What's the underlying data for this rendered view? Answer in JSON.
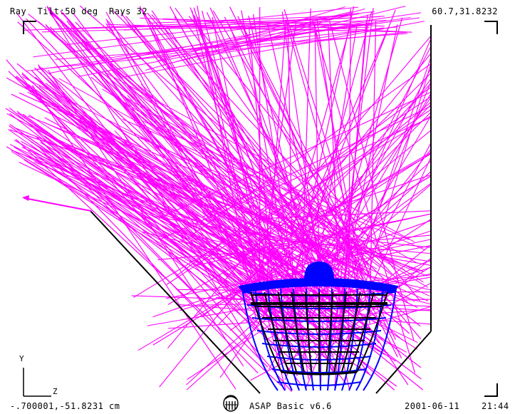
{
  "header": {
    "left_text": "Ray  Tilt:50 deg  Rays 32",
    "right_text": "60.7,31.8232"
  },
  "footer": {
    "left_text": "-.700001,-51.8231 cm",
    "center_text": "ASAP Basic v6.6",
    "date": "2001-06-11",
    "time": "21:44"
  },
  "axes": {
    "y_label": "Y",
    "z_label": "Z"
  },
  "logo": {
    "name": "bro-logo"
  },
  "colors": {
    "rays": "#ff00ff",
    "fixture": "#0000ff",
    "basket": "#000000",
    "background": "#ffffff"
  }
}
